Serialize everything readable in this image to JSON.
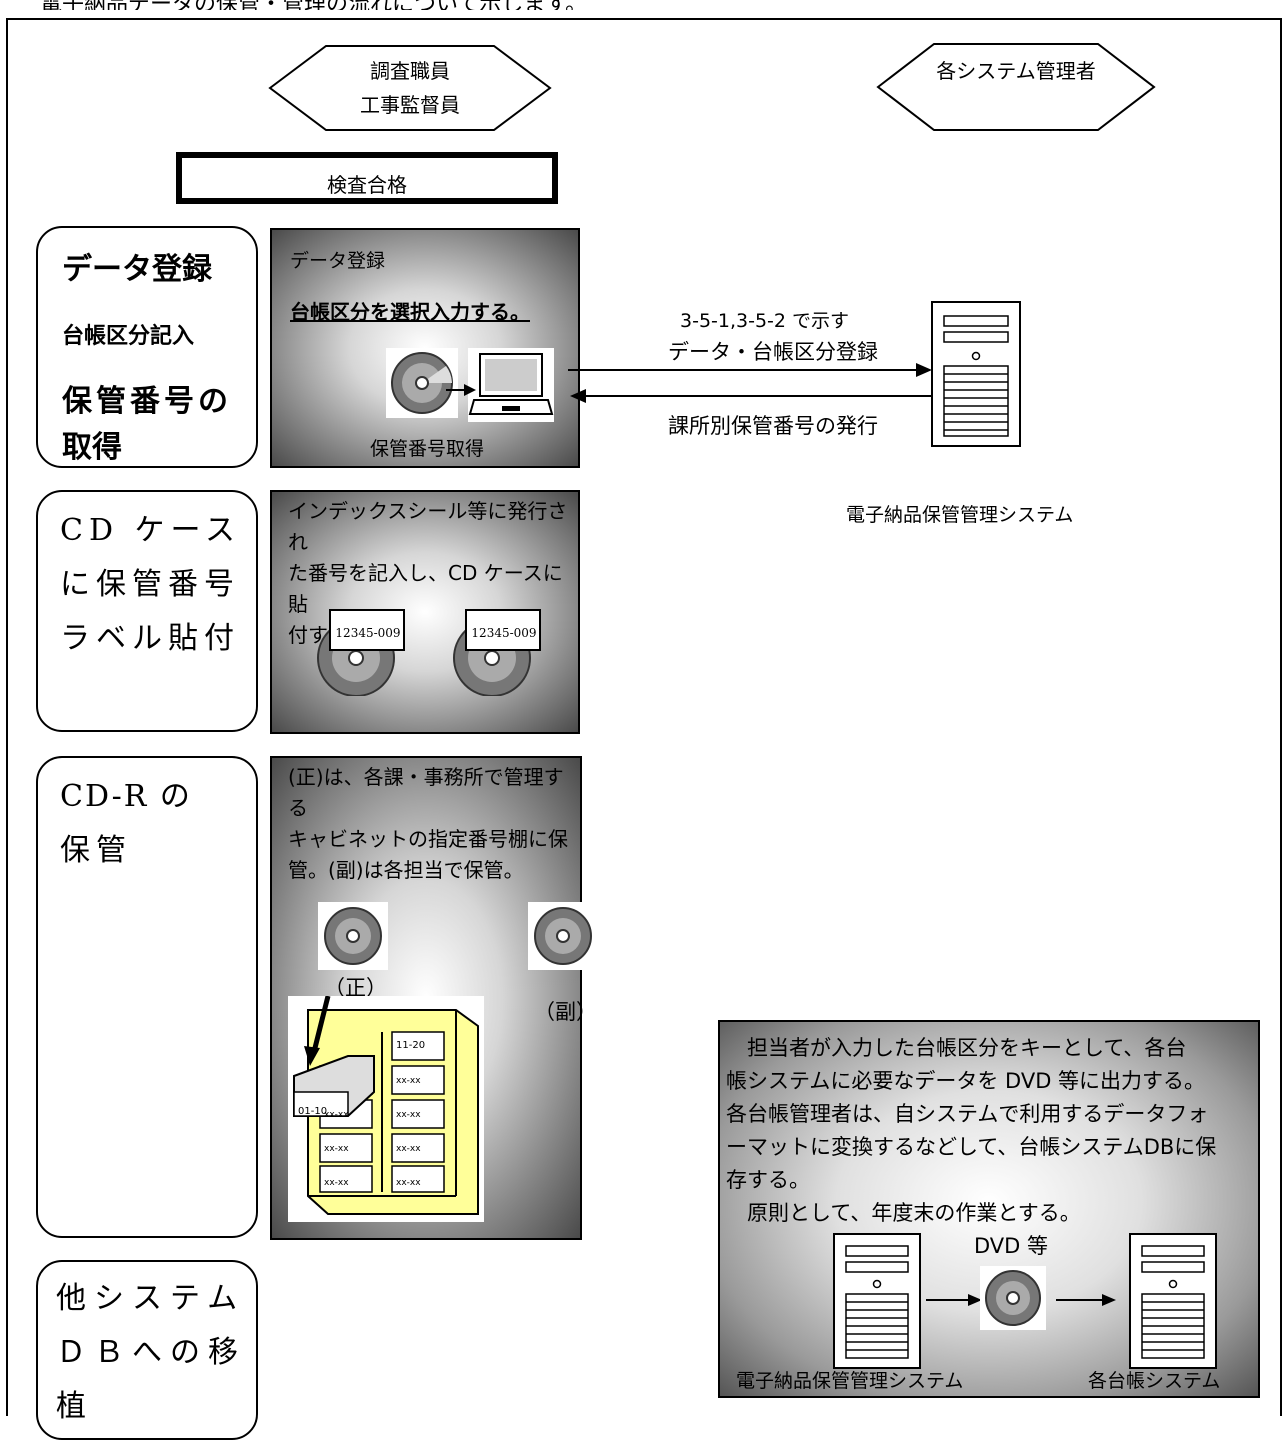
{
  "top_line": "電子納品データの保管・管理の流れについて示します。",
  "roles": {
    "left": [
      "調査職員",
      "工事監督員"
    ],
    "right": "各システム管理者"
  },
  "inspection": "検査合格",
  "steps": [
    {
      "line1": "データ登録",
      "line2": "台帳区分記入",
      "line3": "保管番号の",
      "line4": "取得"
    },
    {
      "line1": "CD ケース",
      "line2": "に保管番号",
      "line3": "ラベル貼付"
    },
    {
      "line1": "CD-R の",
      "line2": "保管"
    },
    {
      "line1": "他システム",
      "line2": "ＤＢへの移",
      "line3": "植"
    }
  ],
  "panel1": {
    "title": "データ登録",
    "instruction": "台帳区分を選択入力する。",
    "caption": "保管番号取得"
  },
  "arrows": {
    "send_line1": "3-5-1,3-5-2 で示す",
    "send_line2": "データ・台帳区分登録",
    "return": "課所別保管番号の発行"
  },
  "server_label": "電子納品保管管理システム",
  "panel2": {
    "text": [
      "インデックスシール等に発行され",
      "た番号を記入し、CD ケースに貼",
      "付する。"
    ],
    "label_number": "12345-009"
  },
  "panel3": {
    "text": [
      "(正)は、各課・事務所で管理する",
      "キャビネットの指定番号棚に保",
      "管。(副)は各担当で保管。"
    ],
    "primary": "（正）",
    "secondary": "（副）",
    "drawer_label": "01-10",
    "shelf_top": "11-20",
    "shelf_label": "xx-xx"
  },
  "panel4": {
    "text": [
      "　担当者が入力した台帳区分をキーとして、各台",
      "帳システムに必要なデータを DVD 等に出力する。",
      "各台帳管理者は、自システムで利用するデータフォ",
      "ーマットに変換するなどして、台帳システムDBに保",
      "存する。",
      "　原則として、年度末の作業とする。"
    ],
    "media": "DVD 等",
    "from": "電子納品保管管理システム",
    "to": "各台帳システム"
  }
}
